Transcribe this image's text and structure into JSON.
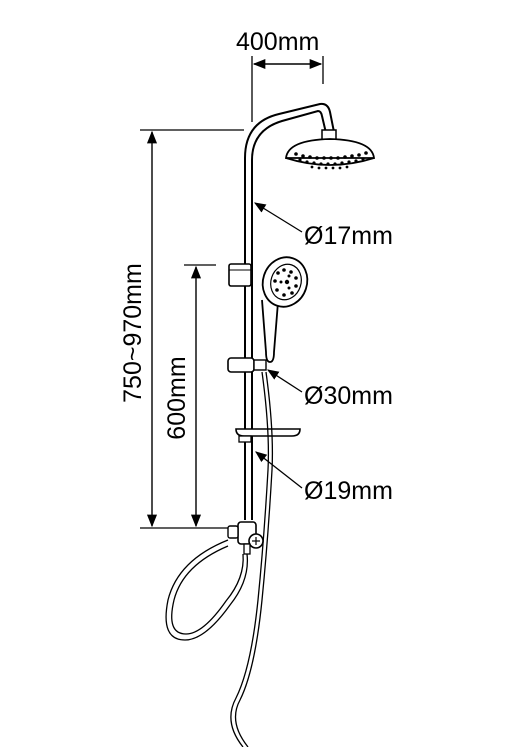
{
  "labels": {
    "width": "400mm",
    "upper_pipe_diameter": "Ø17mm",
    "height_range": "750~970mm",
    "rail_length": "600mm",
    "holder_diameter": "Ø30mm",
    "lower_pipe_diameter": "Ø19mm"
  },
  "colors": {
    "line": "#000000",
    "background": "#ffffff"
  }
}
